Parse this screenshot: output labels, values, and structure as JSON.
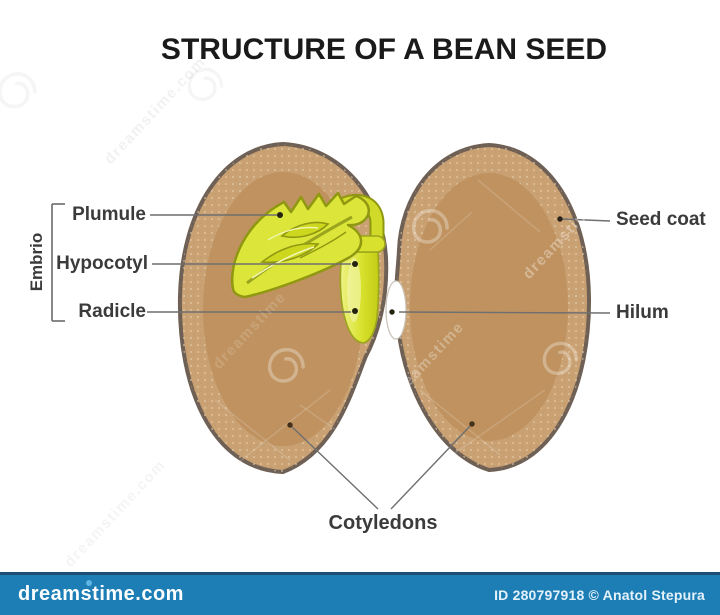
{
  "title": "STRUCTURE OF A BEAN SEED",
  "diagram": {
    "left_labels": {
      "plumule": "Plumule",
      "hypocotyl": "Hypocotyl",
      "radicle": "Radicle",
      "embryo_group": "Embrio"
    },
    "right_labels": {
      "seed_coat": "Seed coat",
      "hilum": "Hilum"
    },
    "bottom_label": {
      "cotyledons": "Cotyledons"
    }
  },
  "watermark": {
    "text": "dreamstime",
    "site": "dreamstime.com"
  },
  "footer": {
    "logo": "dreamstime.com",
    "credit": "ID 280797918 © Anatol Stepura"
  },
  "colors": {
    "bean_rim": "#c9a173",
    "bean_inner": "#bf925f",
    "bean_outline": "#6f6055",
    "embryo_green": "#dce63a",
    "embryo_outline": "#8f9810",
    "hilum_white": "#ffffff",
    "label_line": "#6f6f6f",
    "label_text": "#3b3b3b",
    "title_text": "#1a1a1a",
    "footer_bar": "#1d7db5",
    "footer_bar_edge": "#1b4f75"
  }
}
